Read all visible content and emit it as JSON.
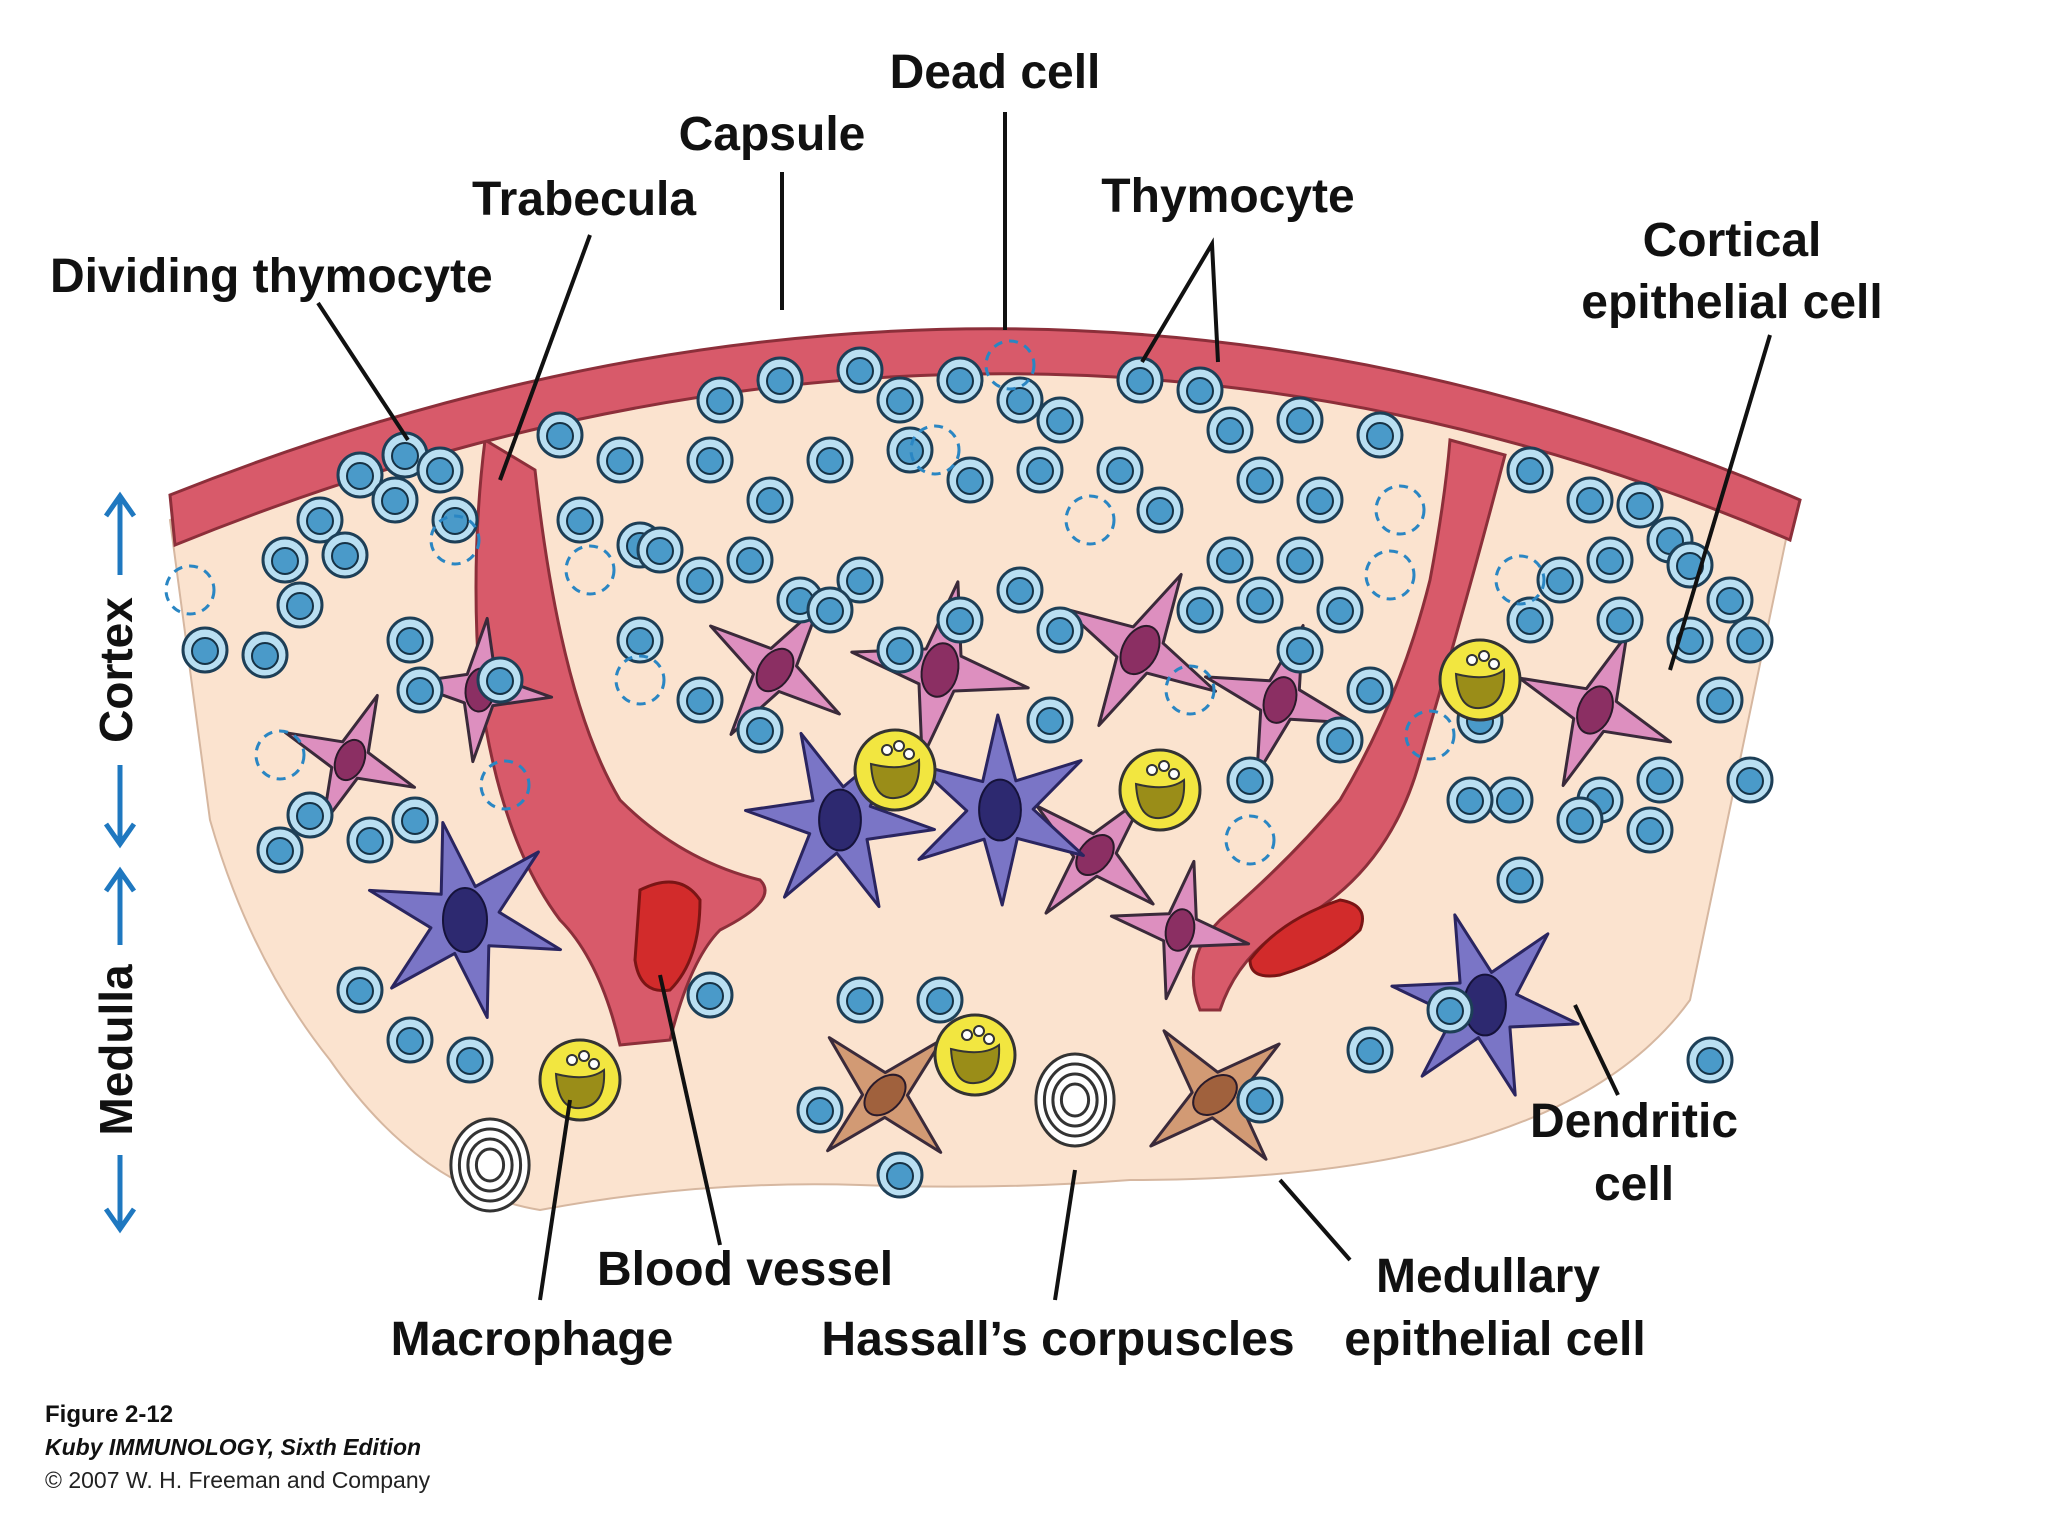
{
  "labels": {
    "dead_cell": "Dead cell",
    "capsule": "Capsule",
    "trabecula": "Trabecula",
    "thymocyte": "Thymocyte",
    "dividing_thymocyte": "Dividing thymocyte",
    "cortical_line1": "Cortical",
    "cortical_line2": "epithelial cell",
    "dendritic_line1": "Dendritic",
    "dendritic_line2": "cell",
    "blood_vessel": "Blood vessel",
    "macrophage": "Macrophage",
    "hassalls": "Hassall’s corpuscles",
    "medullary_line1": "Medullary",
    "medullary_line2": "epithelial cell"
  },
  "side_labels": {
    "cortex": "Cortex",
    "medulla": "Medulla"
  },
  "caption": {
    "figure": "Figure 2-12",
    "book": "Kuby IMMUNOLOGY, Sixth Edition",
    "copyright": "© 2007 W. H. Freeman and Company"
  },
  "colors": {
    "capsule": "#d85a6a",
    "tissue": "#fbe3cf",
    "thymocyte": "#b9dff2",
    "thymocyte_nucleus": "#4a9ac9",
    "dead_cell": "#2a86c3",
    "cortical_epithelial": "#dd8fbf",
    "cortical_nucleus": "#8b2f63",
    "dendritic": "#7a75c6",
    "dendritic_nucleus": "#2d2970",
    "medullary_epithelial": "#d29a74",
    "medullary_nucleus": "#a0613d",
    "macrophage": "#f2e640",
    "macrophage_inner": "#9a8d18",
    "blood_vessel": "#d22b2b",
    "arrow": "#1f78c0"
  }
}
